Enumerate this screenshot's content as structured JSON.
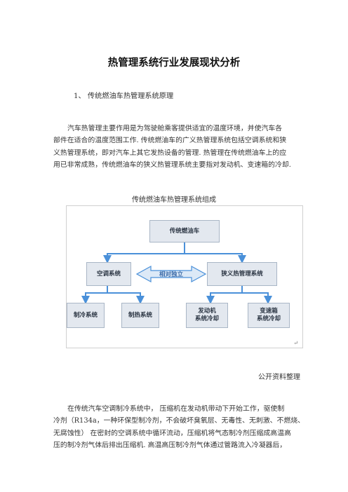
{
  "document": {
    "title": "热管理系统行业发展现状分析",
    "section_heading": "1、 传统燃油车热管理系统原理",
    "paragraph1": [
      "汽车热管理主要作用是为驾驶舱乘客提供适宜的温度环境，并使汽车各",
      "部件在适合的温度范围工作. 传统燃油车的广义热管理系统包括空调系统和狭",
      "义热管理系统，即对汽车上其它发热设备的管理. 热管理在传统燃油车上的应",
      "用已非常成熟，传统燃油车的狭义热管理系统主要指对发动机、变速箱的冷却."
    ],
    "figure_caption": "传统燃油车热管理系统组成",
    "source_note": "公开资料整理",
    "paragraph2": [
      "在传统汽车空调制冷系统中， 压缩机在发动机带动下开始工作，驱使制",
      "冷剂（R134a，一种环保型制冷剂，不会破坏臭氧层、无毒性、无刺激、不燃烧、",
      "无腐蚀性） 在密封的空调系统中循环流动，压缩机将气态制冷剂压缩成高温高",
      "压的制冷剂气体后排出压缩机. 高温高压制冷剂气体通过管路流入冷凝器后，"
    ]
  },
  "diagram": {
    "root": "传统燃油车",
    "left_branch": "空调系统",
    "right_branch": "狭义热管理系统",
    "middle_label": "相对独立",
    "leaves": [
      "制冷系统",
      "制热系统",
      "发动机\n系统冷却",
      "变速箱\n系统冷却"
    ],
    "return_mark": "↵",
    "colors": {
      "node_fill": "#e3e8ef",
      "node_border": "#a9b6c6",
      "arrow": "#4a90d9"
    }
  }
}
